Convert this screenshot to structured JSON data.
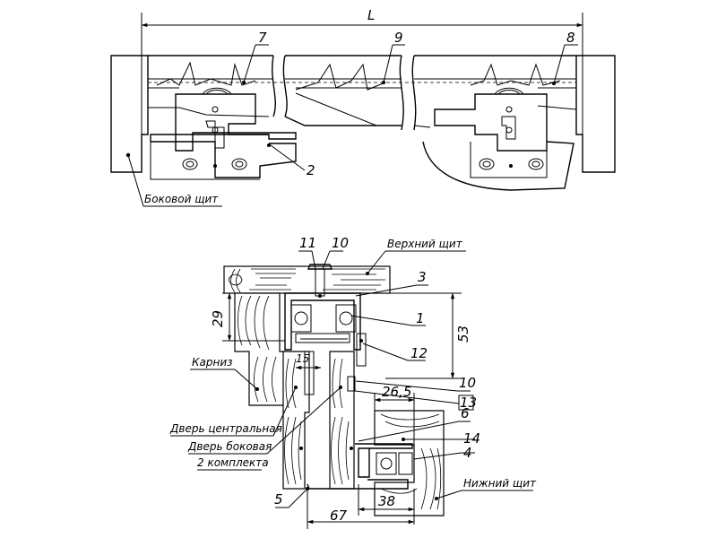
{
  "top_view": {
    "dim_L": "L",
    "callouts": {
      "c7": "7",
      "c9": "9",
      "c8": "8",
      "c2": "2"
    },
    "side_panel_label": "Боковой щит"
  },
  "section_view": {
    "callouts": {
      "c11": "11",
      "c10a": "10",
      "c3": "3",
      "c1": "1",
      "c12": "12",
      "c10b": "10",
      "c13": "13",
      "c6": "6",
      "c14": "14",
      "c4": "4",
      "c5": "5"
    },
    "dims": {
      "d29": "29",
      "d53": "53",
      "d15": "15",
      "d26_5": "26,5",
      "d38": "38",
      "d67": "67"
    },
    "labels": {
      "top_panel": "Верхний щит",
      "cornice": "Карниз",
      "door_central": "Дверь центральная",
      "door_side": "Дверь боковая",
      "two_sets": "2 комплекта",
      "bottom_panel": "Нижний щит"
    }
  }
}
